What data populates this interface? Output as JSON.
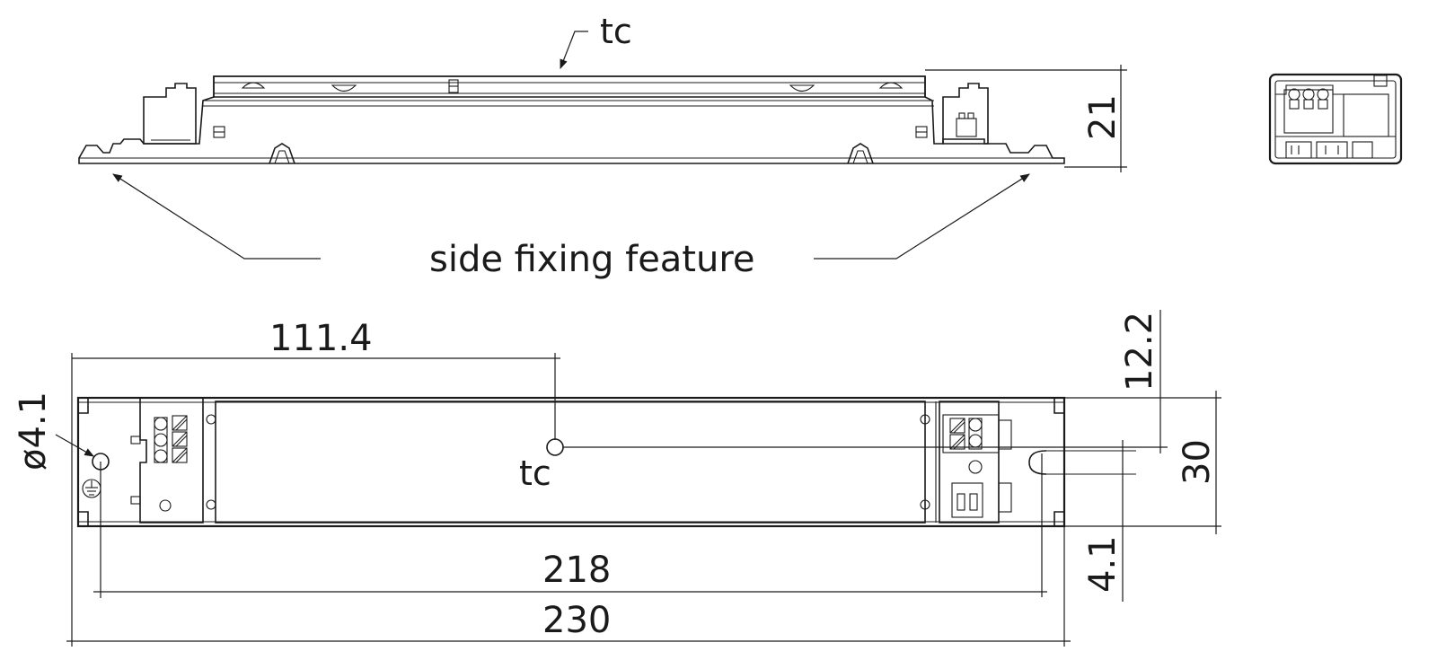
{
  "labels": {
    "tc_top": "tc",
    "tc_bottom": "tc",
    "side_fixing": "side fixing feature",
    "hole_diameter": "ø4.1"
  },
  "dimensions": {
    "height_side": "21",
    "tc_x": "111.4",
    "tc_y": "12.2",
    "width": "30",
    "edge_offset": "4.1",
    "hole_spacing": "218",
    "length": "230"
  }
}
